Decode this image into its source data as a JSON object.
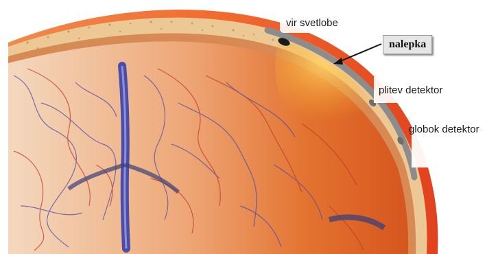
{
  "labels": {
    "light_source": "vir svetlobe",
    "sticker": "nalepka",
    "shallow_detector": "plitev detektor",
    "deep_detector": "globok detektor"
  },
  "colors": {
    "scalp": "#e8572a",
    "skull": "#e6c08a",
    "cortex": "#d9762f",
    "white_matter": "#f6e2cc",
    "vessel_red": "#c0392b",
    "vessel_blue": "#4a4ea8",
    "light_beam": "#f5a623",
    "probe": "#9a9a9a"
  }
}
